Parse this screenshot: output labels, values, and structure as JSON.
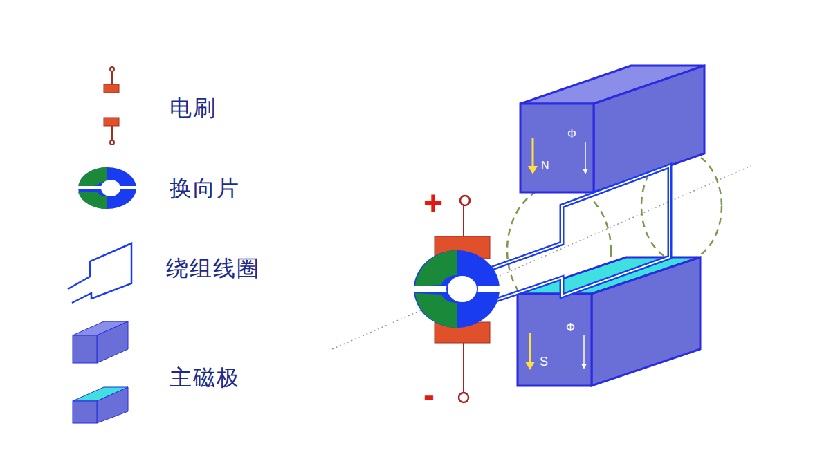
{
  "diagram": {
    "labels": [
      "+",
      "-",
      "N",
      "S",
      "Φ",
      "Φ"
    ],
    "legend": [
      {
        "text": "电刷"
      },
      {
        "text": "换向片"
      },
      {
        "text": "绕组线圈"
      },
      {
        "text": "主磁极"
      }
    ]
  }
}
